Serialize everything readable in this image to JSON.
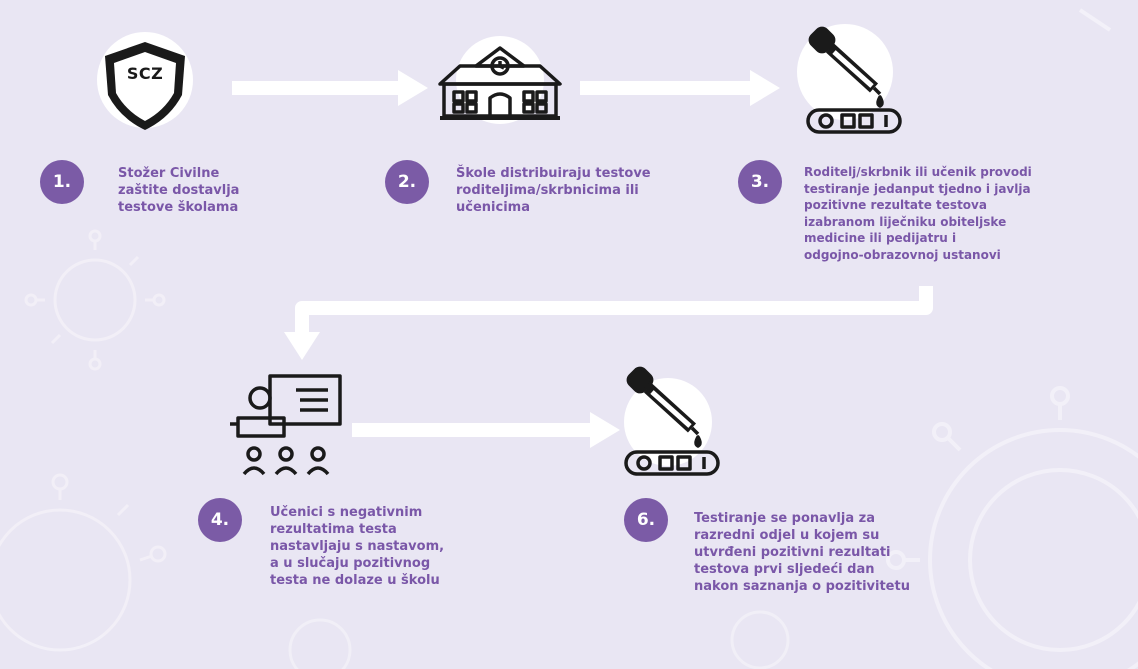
{
  "colors": {
    "background": "#e9e6f3",
    "accent": "#7b5ba6",
    "text": "#7a57a8",
    "icon": "#1a1a1a",
    "arrow": "#ffffff"
  },
  "steps": [
    {
      "number": "1.",
      "icon": "scz-shield-icon",
      "logo_text": "SCZ",
      "text": "Stožer Civilne\nzaštite dostavlja\ntestove školama"
    },
    {
      "number": "2.",
      "icon": "school-building-icon",
      "text": "Škole distribuiraju testove\nroditeljima/skrbnicima ili\nučenicima"
    },
    {
      "number": "3.",
      "icon": "test-kit-dropper-icon",
      "text": "Roditelj/skrbnik ili učenik provodi\ntestiranje jedanput tjedno i javlja\npozitivne rezultate testova\nizabranom liječniku obiteljske\nmedicine ili pedijatru i\nodgojno-obrazovnoj ustanovi"
    },
    {
      "number": "4.",
      "icon": "classroom-icon",
      "text": "Učenici s negativnim\nrezultatima testa\nnastavljaju s nastavom,\na u slučaju pozitivnog\ntesta ne dolaze u školu"
    },
    {
      "number": "6.",
      "icon": "test-kit-dropper-icon",
      "text": "Testiranje se ponavlja za\nrazredni odjel u kojem su\nutvrđeni pozitivni rezultati\ntestova prvi sljedeći dan\nnakon saznanja o pozitivitetu"
    }
  ]
}
